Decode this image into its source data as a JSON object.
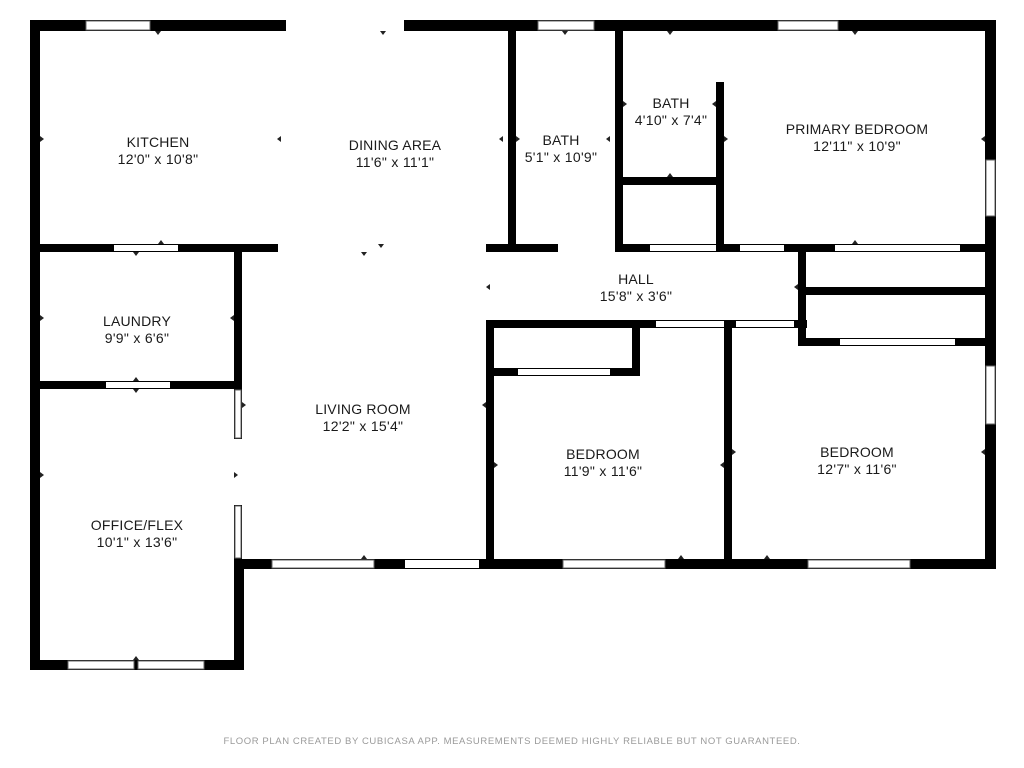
{
  "rooms": {
    "kitchen": {
      "name": "KITCHEN",
      "dims": "12'0\" x 10'8\""
    },
    "dining": {
      "name": "DINING AREA",
      "dims": "11'6\" x 11'1\""
    },
    "bath1": {
      "name": "BATH",
      "dims": "5'1\" x 10'9\""
    },
    "bath2": {
      "name": "BATH",
      "dims": "4'10\" x 7'4\""
    },
    "primary_bedroom": {
      "name": "PRIMARY BEDROOM",
      "dims": "12'11\" x 10'9\""
    },
    "hall": {
      "name": "HALL",
      "dims": "15'8\" x 3'6\""
    },
    "laundry": {
      "name": "LAUNDRY",
      "dims": "9'9\" x 6'6\""
    },
    "living": {
      "name": "LIVING ROOM",
      "dims": "12'2\" x 15'4\""
    },
    "bedroom2": {
      "name": "BEDROOM",
      "dims": "11'9\" x 11'6\""
    },
    "bedroom3": {
      "name": "BEDROOM",
      "dims": "12'7\" x 11'6\""
    },
    "office": {
      "name": "OFFICE/FLEX",
      "dims": "10'1\" x 13'6\""
    }
  },
  "footer_text": "FLOOR PLAN CREATED BY CUBICASA APP. MEASUREMENTS DEEMED HIGHLY RELIABLE BUT NOT GUARANTEED."
}
